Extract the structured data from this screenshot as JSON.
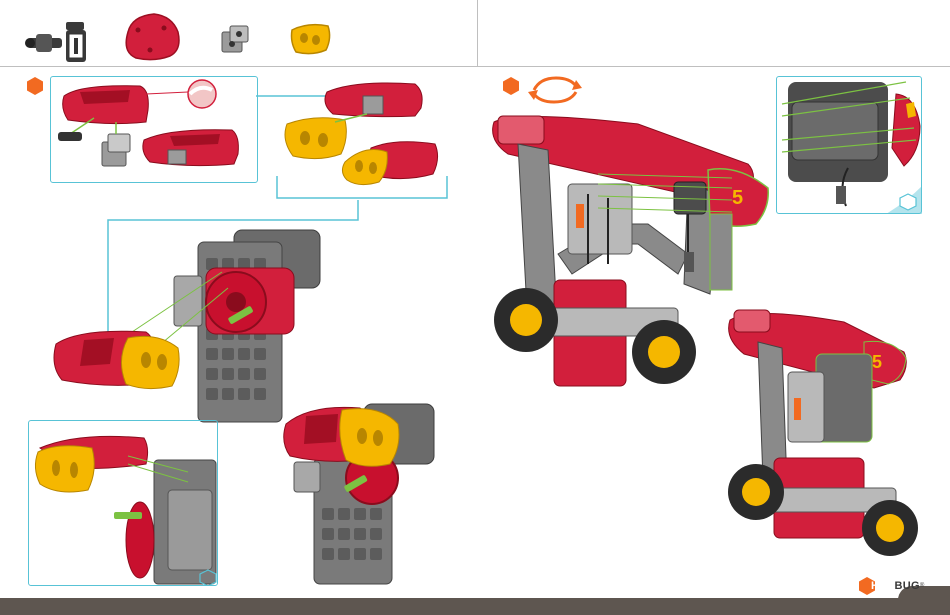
{
  "page": {
    "logo": {
      "brand_prefix": "HEX",
      "brand_suffix": "BUG",
      "trademark": "®"
    }
  },
  "parts": [
    {
      "name": "axle-and-connector-pin"
    },
    {
      "name": "red-shell-panel"
    },
    {
      "name": "grey-corner-connector"
    },
    {
      "name": "yellow-eye-piece"
    }
  ],
  "steps": [
    {
      "label": "step-1"
    },
    {
      "label": "step-2"
    }
  ],
  "colors": {
    "accent_orange": "#f26a21",
    "callout_teal": "#58c3d6",
    "part_red": "#c8102e",
    "part_yellow": "#f5b700",
    "part_grey": "#8a8a8a",
    "axle_green": "#7cc242",
    "footer": "#5e5650"
  }
}
